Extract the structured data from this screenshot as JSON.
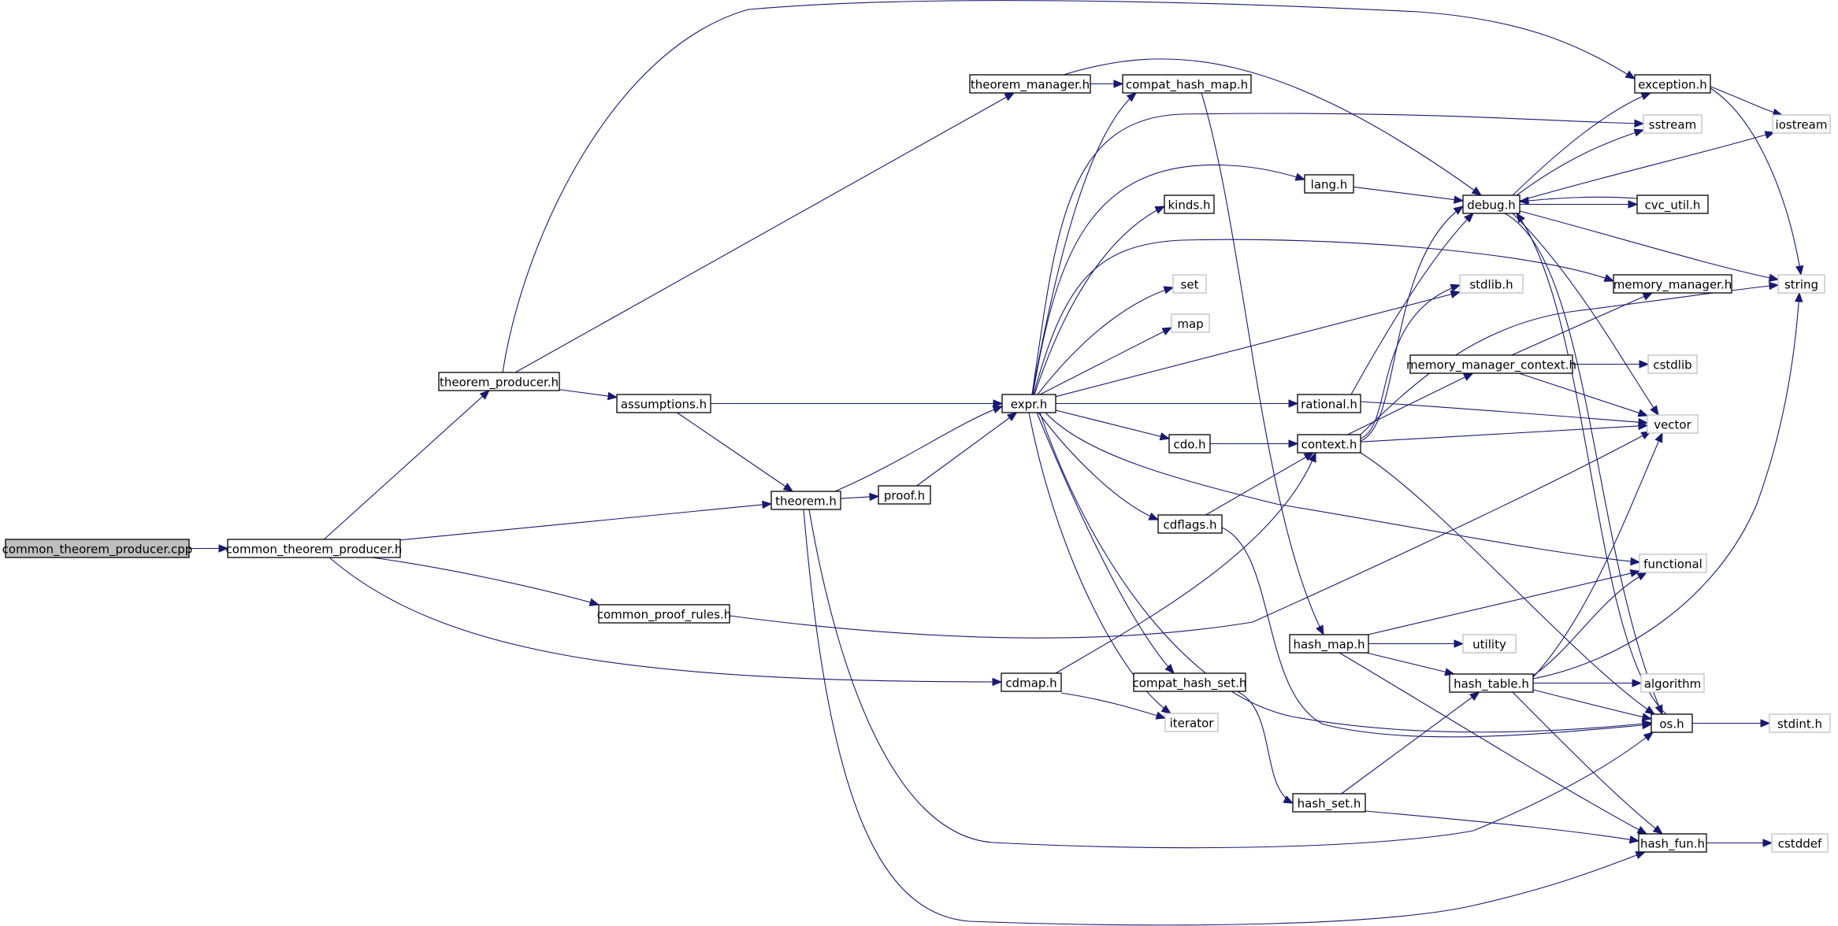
{
  "nodes": {
    "common_theorem_producer_cpp": {
      "label": "common_theorem_producer.cpp",
      "kind": "root"
    },
    "common_theorem_producer_h": {
      "label": "common_theorem_producer.h",
      "kind": "local"
    },
    "theorem_producer_h": {
      "label": "theorem_producer.h",
      "kind": "local"
    },
    "assumptions_h": {
      "label": "assumptions.h",
      "kind": "local"
    },
    "theorem_h": {
      "label": "theorem.h",
      "kind": "local"
    },
    "common_proof_rules_h": {
      "label": "common_proof_rules.h",
      "kind": "local"
    },
    "cdmap_h": {
      "label": "cdmap.h",
      "kind": "local"
    },
    "theorem_manager_h": {
      "label": "theorem_manager.h",
      "kind": "local"
    },
    "compat_hash_map_h": {
      "label": "compat_hash_map.h",
      "kind": "local"
    },
    "proof_h": {
      "label": "proof.h",
      "kind": "local"
    },
    "expr_h": {
      "label": "expr.h",
      "kind": "local"
    },
    "kinds_h": {
      "label": "kinds.h",
      "kind": "local"
    },
    "set": {
      "label": "set",
      "kind": "system"
    },
    "map": {
      "label": "map",
      "kind": "system"
    },
    "cdo_h": {
      "label": "cdo.h",
      "kind": "local"
    },
    "cdflags_h": {
      "label": "cdflags.h",
      "kind": "local"
    },
    "compat_hash_set_h": {
      "label": "compat_hash_set.h",
      "kind": "local"
    },
    "iterator": {
      "label": "iterator",
      "kind": "system"
    },
    "lang_h": {
      "label": "lang.h",
      "kind": "local"
    },
    "rational_h": {
      "label": "rational.h",
      "kind": "local"
    },
    "context_h": {
      "label": "context.h",
      "kind": "local"
    },
    "hash_map_h": {
      "label": "hash_map.h",
      "kind": "local"
    },
    "hash_set_h": {
      "label": "hash_set.h",
      "kind": "local"
    },
    "debug_h": {
      "label": "debug.h",
      "kind": "local"
    },
    "stdlib_h": {
      "label": "stdlib.h",
      "kind": "system"
    },
    "memory_manager_context_h": {
      "label": "memory_manager_context.h",
      "kind": "local"
    },
    "utility": {
      "label": "utility",
      "kind": "system"
    },
    "hash_table_h": {
      "label": "hash_table.h",
      "kind": "local"
    },
    "exception_h": {
      "label": "exception.h",
      "kind": "local"
    },
    "sstream": {
      "label": "sstream",
      "kind": "system"
    },
    "cvc_util_h": {
      "label": "cvc_util.h",
      "kind": "local"
    },
    "memory_manager_h": {
      "label": "memory_manager.h",
      "kind": "local"
    },
    "cstdlib": {
      "label": "cstdlib",
      "kind": "system"
    },
    "vector": {
      "label": "vector",
      "kind": "system"
    },
    "functional": {
      "label": "functional",
      "kind": "system"
    },
    "algorithm": {
      "label": "algorithm",
      "kind": "system"
    },
    "os_h": {
      "label": "os.h",
      "kind": "local"
    },
    "hash_fun_h": {
      "label": "hash_fun.h",
      "kind": "local"
    },
    "iostream": {
      "label": "iostream",
      "kind": "system"
    },
    "string": {
      "label": "string",
      "kind": "system"
    },
    "stdint_h": {
      "label": "stdint.h",
      "kind": "system"
    },
    "cstddef": {
      "label": "cstddef",
      "kind": "system"
    }
  },
  "edges": [
    [
      "common_theorem_producer_cpp",
      "common_theorem_producer_h"
    ],
    [
      "common_theorem_producer_h",
      "theorem_producer_h"
    ],
    [
      "common_theorem_producer_h",
      "theorem_h"
    ],
    [
      "common_theorem_producer_h",
      "common_proof_rules_h"
    ],
    [
      "common_theorem_producer_h",
      "cdmap_h"
    ],
    [
      "theorem_producer_h",
      "exception_h"
    ],
    [
      "theorem_producer_h",
      "theorem_manager_h"
    ],
    [
      "theorem_producer_h",
      "assumptions_h"
    ],
    [
      "assumptions_h",
      "expr_h"
    ],
    [
      "assumptions_h",
      "theorem_h"
    ],
    [
      "theorem_h",
      "expr_h"
    ],
    [
      "theorem_h",
      "proof_h"
    ],
    [
      "theorem_h",
      "os_h"
    ],
    [
      "theorem_h",
      "hash_fun_h"
    ],
    [
      "proof_h",
      "expr_h"
    ],
    [
      "common_proof_rules_h",
      "vector"
    ],
    [
      "cdmap_h",
      "context_h"
    ],
    [
      "cdmap_h",
      "iterator"
    ],
    [
      "theorem_manager_h",
      "compat_hash_map_h"
    ],
    [
      "theorem_manager_h",
      "debug_h"
    ],
    [
      "compat_hash_map_h",
      "hash_map_h"
    ],
    [
      "expr_h",
      "compat_hash_map_h"
    ],
    [
      "expr_h",
      "sstream"
    ],
    [
      "expr_h",
      "lang_h"
    ],
    [
      "expr_h",
      "kinds_h"
    ],
    [
      "expr_h",
      "memory_manager_h"
    ],
    [
      "expr_h",
      "set"
    ],
    [
      "expr_h",
      "map"
    ],
    [
      "expr_h",
      "stdlib_h"
    ],
    [
      "expr_h",
      "rational_h"
    ],
    [
      "expr_h",
      "cdo_h"
    ],
    [
      "expr_h",
      "cdflags_h"
    ],
    [
      "expr_h",
      "functional"
    ],
    [
      "expr_h",
      "compat_hash_set_h"
    ],
    [
      "expr_h",
      "iterator"
    ],
    [
      "expr_h",
      "os_h"
    ],
    [
      "lang_h",
      "debug_h"
    ],
    [
      "rational_h",
      "debug_h"
    ],
    [
      "rational_h",
      "vector"
    ],
    [
      "cdo_h",
      "context_h"
    ],
    [
      "cdflags_h",
      "context_h"
    ],
    [
      "cdflags_h",
      "os_h"
    ],
    [
      "compat_hash_set_h",
      "hash_set_h"
    ],
    [
      "context_h",
      "debug_h"
    ],
    [
      "context_h",
      "stdlib_h"
    ],
    [
      "context_h",
      "memory_manager_context_h"
    ],
    [
      "context_h",
      "string"
    ],
    [
      "context_h",
      "vector"
    ],
    [
      "context_h",
      "os_h"
    ],
    [
      "hash_map_h",
      "functional"
    ],
    [
      "hash_map_h",
      "utility"
    ],
    [
      "hash_map_h",
      "hash_table_h"
    ],
    [
      "hash_map_h",
      "hash_fun_h"
    ],
    [
      "hash_set_h",
      "hash_table_h"
    ],
    [
      "hash_set_h",
      "hash_fun_h"
    ],
    [
      "debug_h",
      "exception_h"
    ],
    [
      "debug_h",
      "sstream"
    ],
    [
      "debug_h",
      "iostream"
    ],
    [
      "debug_h",
      "cvc_util_h"
    ],
    [
      "debug_h",
      "string"
    ],
    [
      "debug_h",
      "vector"
    ],
    [
      "debug_h",
      "os_h"
    ],
    [
      "cvc_util_h",
      "debug_h"
    ],
    [
      "memory_manager_context_h",
      "memory_manager_h"
    ],
    [
      "memory_manager_context_h",
      "cstdlib"
    ],
    [
      "memory_manager_context_h",
      "vector"
    ],
    [
      "hash_table_h",
      "functional"
    ],
    [
      "hash_table_h",
      "vector"
    ],
    [
      "hash_table_h",
      "algorithm"
    ],
    [
      "hash_table_h",
      "string"
    ],
    [
      "hash_table_h",
      "os_h"
    ],
    [
      "hash_table_h",
      "hash_fun_h"
    ],
    [
      "exception_h",
      "iostream"
    ],
    [
      "exception_h",
      "string"
    ],
    [
      "os_h",
      "stdint_h"
    ],
    [
      "os_h",
      "debug_h"
    ],
    [
      "hash_fun_h",
      "cstddef"
    ]
  ]
}
